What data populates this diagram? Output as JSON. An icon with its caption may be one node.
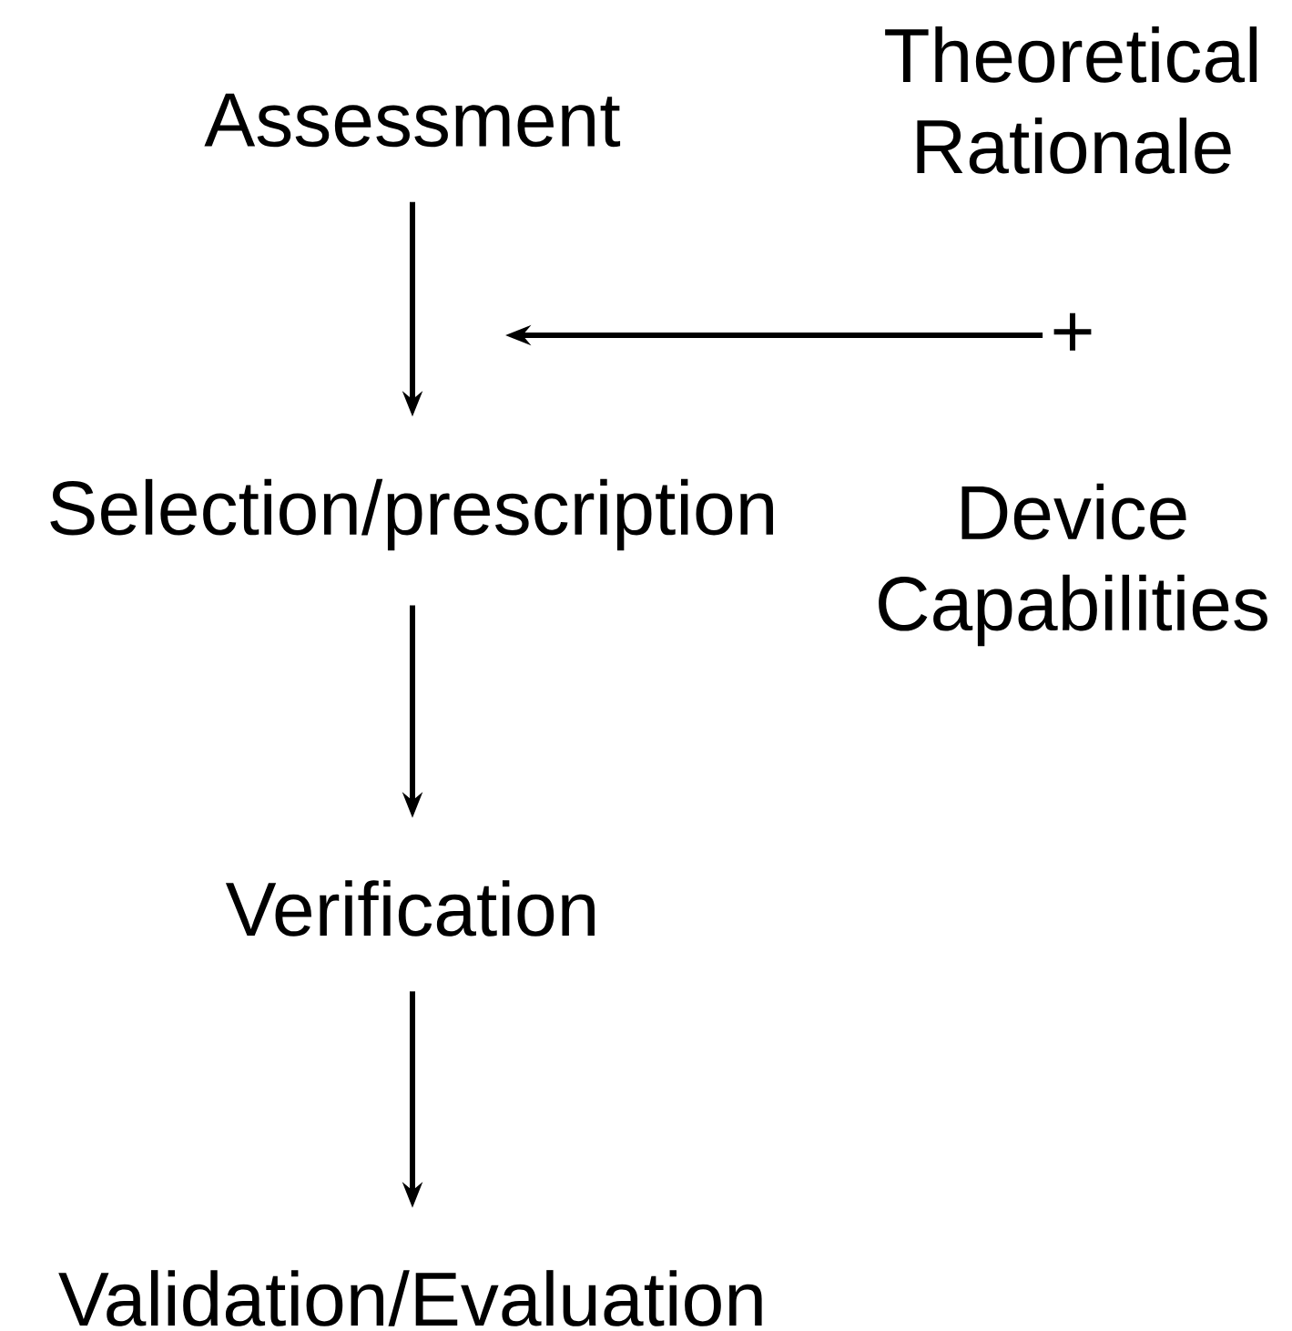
{
  "diagram": {
    "nodes": [
      {
        "text": [
          "Assessment"
        ]
      },
      {
        "text": [
          "Theoretical Rationale"
        ]
      },
      {
        "text": [
          "+"
        ]
      },
      {
        "text": [
          "Selection/prescription"
        ]
      },
      {
        "text": [
          "Device Capabilities"
        ]
      },
      {
        "text": [
          "Verification"
        ]
      },
      {
        "text": [
          "Validation/Evaluation"
        ]
      }
    ],
    "edges": [
      {
        "from": 0,
        "to": 3,
        "arrow": "to"
      },
      {
        "from": 2,
        "to": null,
        "arrow": "to"
      },
      {
        "from": 3,
        "to": 5,
        "arrow": "to"
      },
      {
        "from": 5,
        "to": 6,
        "arrow": "to"
      }
    ]
  }
}
